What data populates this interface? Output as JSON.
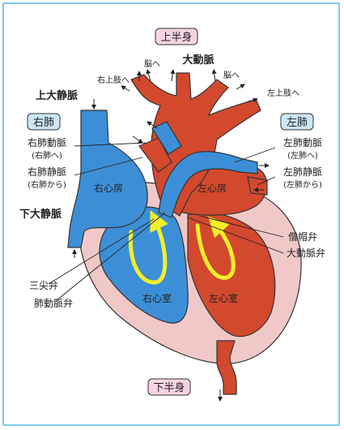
{
  "colors": {
    "artery": "#d2492e",
    "vein": "#3c8fd6",
    "pericardium": "#f0c8c8",
    "flow_arrow": "#f2ee2a",
    "frame_border": "#7ec8ea",
    "pink_badge": "#f6d4e4",
    "blue_badge": "#cbe6f6"
  },
  "labels": {
    "upper_body": "上半身",
    "lower_body": "下半身",
    "right_lung": "右肺",
    "left_lung": "左肺",
    "aorta": "大動脈",
    "superior_vena_cava": "上大静脈",
    "inferior_vena_cava": "下大静脈",
    "right_pulmonary_artery": "右肺動脈",
    "to_right_lung": "(右肺へ)",
    "right_pulmonary_vein": "右肺静脈",
    "from_right_lung": "(右肺から)",
    "left_pulmonary_artery": "左肺動脈",
    "to_left_lung": "(左肺へ)",
    "left_pulmonary_vein": "左肺静脈",
    "from_left_lung": "(左肺から)",
    "mitral_valve": "僧帽弁",
    "aortic_valve": "大動脈弁",
    "tricuspid_valve": "三尖弁",
    "pulmonary_valve": "肺動脈弁",
    "right_atrium": "右心房",
    "left_atrium": "左心房",
    "right_ventricle": "右心室",
    "left_ventricle": "左心室",
    "to_brain_left": "脳へ",
    "to_brain_right": "脳へ",
    "to_right_upper_limb": "右上肢へ",
    "to_left_upper_limb": "左上肢へ"
  }
}
